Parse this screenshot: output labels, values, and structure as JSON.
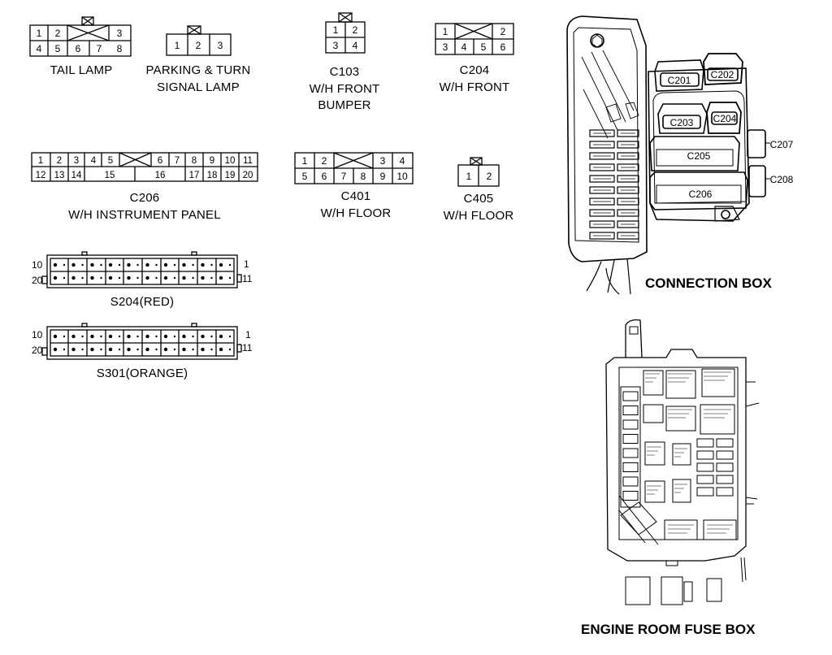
{
  "colors": {
    "ink": "#000000",
    "paper": "#ffffff"
  },
  "icons": {
    "locking_tab": "crossed-box",
    "mount_bolt": "circle-bolt"
  },
  "connectors": {
    "tail_lamp": {
      "caption": "TAIL LAMP",
      "top_pins": [
        "1",
        "2",
        "3"
      ],
      "bottom_pins": [
        "4",
        "5",
        "6",
        "7",
        "8"
      ]
    },
    "parking_turn": {
      "caption_line1": "PARKING & TURN",
      "caption_line2": "SIGNAL LAMP",
      "pins": [
        "1",
        "2",
        "3"
      ]
    },
    "c103": {
      "caption_line1": "C103",
      "caption_line2": "W/H FRONT",
      "caption_line3": "BUMPER",
      "pins": [
        "1",
        "2",
        "3",
        "4"
      ]
    },
    "c204": {
      "caption_line1": "C204",
      "caption_line2": "W/H FRONT",
      "top_pins": [
        "1",
        "2"
      ],
      "bottom_pins": [
        "3",
        "4",
        "5",
        "6"
      ]
    },
    "c206": {
      "caption_line1": "C206",
      "caption_line2": "W/H INSTRUMENT PANEL",
      "top_pins": [
        "1",
        "2",
        "3",
        "4",
        "5",
        "6",
        "7",
        "8",
        "9",
        "10",
        "11"
      ],
      "bottom_pins": [
        "12",
        "13",
        "14",
        "15",
        "16",
        "17",
        "18",
        "19",
        "20"
      ]
    },
    "c401": {
      "caption_line1": "C401",
      "caption_line2": "W/H FLOOR",
      "top_pins": [
        "1",
        "2",
        "3",
        "4"
      ],
      "bottom_pins": [
        "5",
        "6",
        "7",
        "8",
        "9",
        "10"
      ]
    },
    "c405": {
      "caption_line1": "C405",
      "caption_line2": "W/H FLOOR",
      "pins": [
        "1",
        "2"
      ]
    },
    "s204": {
      "caption": "S204(RED)",
      "left_top": "10",
      "left_bottom": "20",
      "right_top": "1",
      "right_bottom": "11"
    },
    "s301": {
      "caption": "S301(ORANGE)",
      "left_top": "10",
      "left_bottom": "20",
      "right_top": "1",
      "right_bottom": "11"
    }
  },
  "connection_box": {
    "title": "CONNECTION BOX",
    "labels": [
      "C201",
      "C202",
      "C203",
      "C204",
      "C205",
      "C206",
      "C207",
      "C208"
    ]
  },
  "engine_room_fuse_box": {
    "title": "ENGINE ROOM FUSE BOX"
  }
}
